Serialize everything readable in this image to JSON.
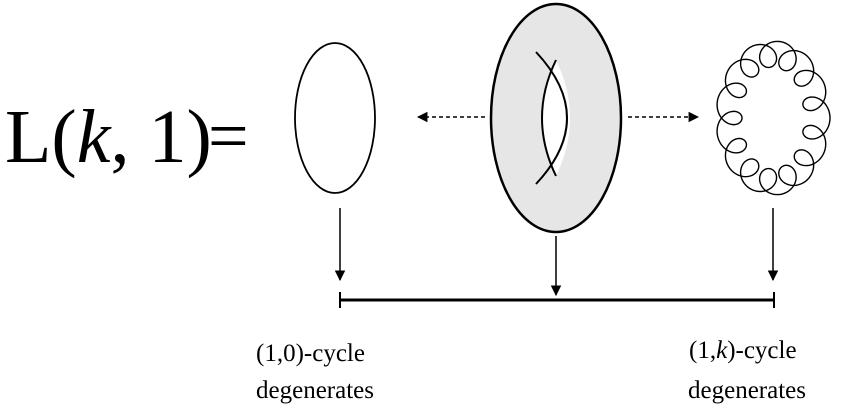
{
  "equation": {
    "lhs_prefix": "L(",
    "lhs_var": "k",
    "lhs_suffix": ", 1)",
    "equals": "="
  },
  "labels": {
    "left_cycle": "(1,0)-cycle",
    "left_action": "degenerates",
    "right_cycle_prefix": "(1,",
    "right_cycle_var": "k",
    "right_cycle_suffix": ")-cycle",
    "right_action": "degenerates"
  },
  "colors": {
    "ink": "#000000",
    "torus_fill": "#e6e6e6",
    "background": "#ffffff"
  }
}
